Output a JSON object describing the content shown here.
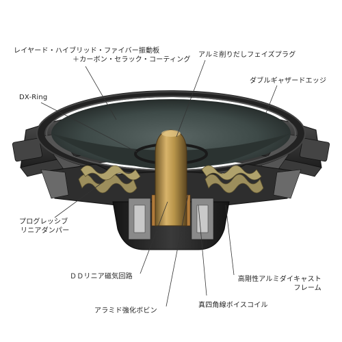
{
  "labels": {
    "cone_line1": "レイヤード・ハイブリッド・ファイバー振動板",
    "cone_line2": "＋カーボン・セラック・コーティング",
    "phase_plug": "アルミ削りだしフェイズプラグ",
    "dx_ring": "DX-Ring",
    "double_edge": "ダブルギャザードエッジ",
    "damper_line1": "プログレッシブ",
    "damper_line2": "リニアダンパー",
    "magnetic_circuit": "ＤＤリニア磁気回路",
    "frame_line1": "高剛性アルミダイキャスト",
    "frame_line2": "フレーム",
    "bobbin": "アラミド強化ボビン",
    "voice_coil": "真四角線ボイスコイル"
  },
  "colors": {
    "background": "#ffffff",
    "leader_line": "#333333",
    "cone": "#3e4a48",
    "frame": "#2a2a2a",
    "damper": "#9c8e5c",
    "phase_plug": "#b8954a"
  }
}
